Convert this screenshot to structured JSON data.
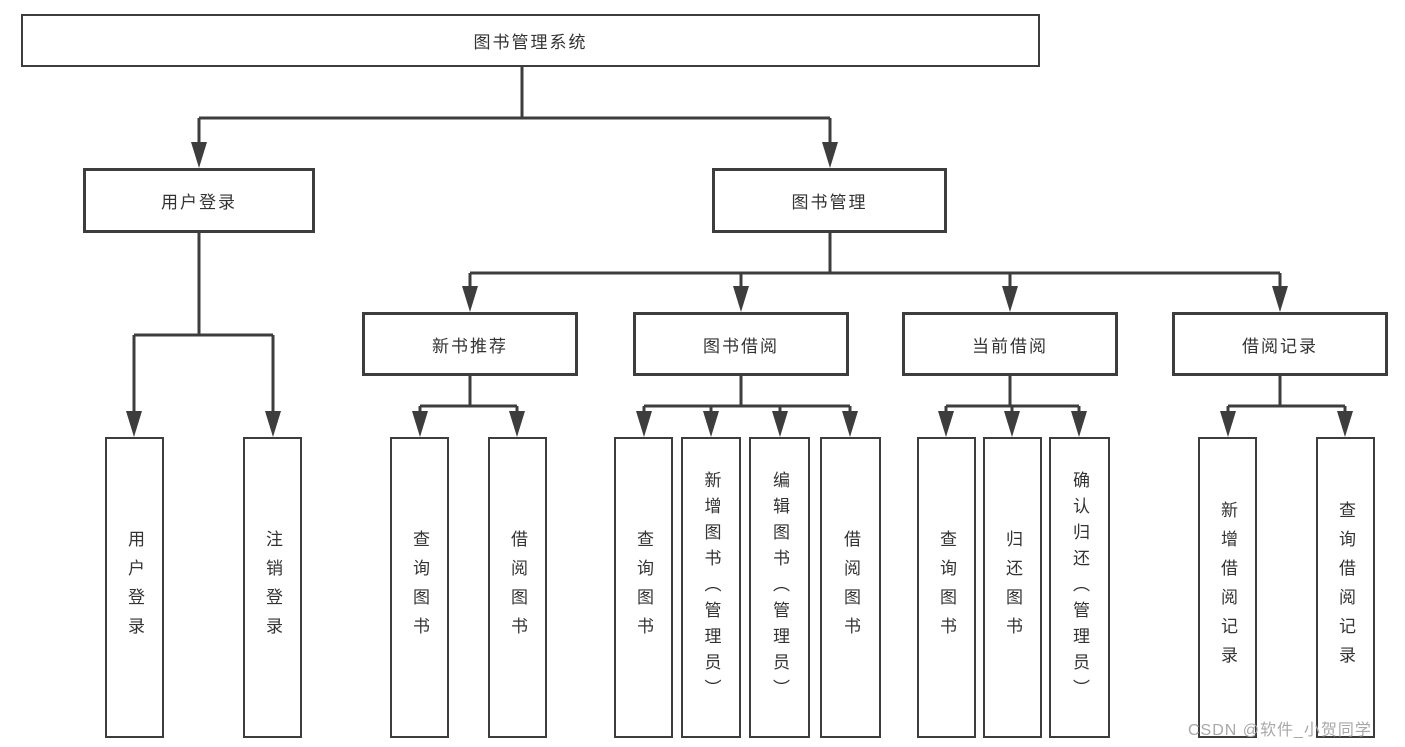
{
  "colors": {
    "line": "#3d3d3d",
    "text": "#333333",
    "watermark": "#a8a8a8",
    "background": "#ffffff"
  },
  "watermark": {
    "text": "CSDN @软件_小贺同学"
  },
  "tree": {
    "label": "图书管理系统",
    "children": [
      {
        "label": "用户登录",
        "children": [
          {
            "label": "用户登录"
          },
          {
            "label": "注销登录"
          }
        ]
      },
      {
        "label": "图书管理",
        "children": [
          {
            "label": "新书推荐",
            "children": [
              {
                "label": "查询图书"
              },
              {
                "label": "借阅图书"
              }
            ]
          },
          {
            "label": "图书借阅",
            "children": [
              {
                "label": "查询图书"
              },
              {
                "label": "新增图书（管理员）"
              },
              {
                "label": "编辑图书（管理员）"
              },
              {
                "label": "借阅图书"
              }
            ]
          },
          {
            "label": "当前借阅",
            "children": [
              {
                "label": "查询图书"
              },
              {
                "label": "归还图书"
              },
              {
                "label": "确认归还（管理员）"
              }
            ]
          },
          {
            "label": "借阅记录",
            "children": [
              {
                "label": "新增借阅记录"
              },
              {
                "label": "查询借阅记录"
              }
            ]
          }
        ]
      }
    ]
  }
}
